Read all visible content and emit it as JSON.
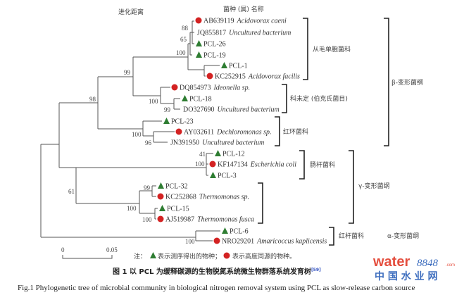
{
  "header": {
    "distance_label": "进化距离",
    "name_label": "菌种 (属) 名称"
  },
  "leaves": [
    {
      "id": "AB639119",
      "species": "Acidovorax caeni",
      "marker": "circle"
    },
    {
      "id": "JQ855817",
      "species": "Uncultured bacterium",
      "marker": "none"
    },
    {
      "id": "PCL-26",
      "species": "",
      "marker": "triangle"
    },
    {
      "id": "PCL-19",
      "species": "",
      "marker": "triangle"
    },
    {
      "id": "PCL-1",
      "species": "",
      "marker": "triangle"
    },
    {
      "id": "KC252915",
      "species": "Acidovorax facilis",
      "marker": "circle"
    },
    {
      "id": "DQ854973",
      "species": "Ideonella sp.",
      "marker": "circle"
    },
    {
      "id": "PCL-18",
      "species": "",
      "marker": "triangle"
    },
    {
      "id": "DO327690",
      "species": "Uncultured bacterium",
      "marker": "none"
    },
    {
      "id": "PCL-23",
      "species": "",
      "marker": "triangle"
    },
    {
      "id": "AY032611",
      "species": "Dechloromonas sp.",
      "marker": "circle"
    },
    {
      "id": "JN391950",
      "species": "Uncultured bacterium",
      "marker": "none"
    },
    {
      "id": "PCL-12",
      "species": "",
      "marker": "triangle"
    },
    {
      "id": "KF147134",
      "species": "Escherichia coli",
      "marker": "circle"
    },
    {
      "id": "PCL-3",
      "species": "",
      "marker": "triangle"
    },
    {
      "id": "PCL-32",
      "species": "",
      "marker": "triangle"
    },
    {
      "id": "KC252868",
      "species": "Thermomonas sp.",
      "marker": "circle"
    },
    {
      "id": "PCL-15",
      "species": "",
      "marker": "triangle"
    },
    {
      "id": "AJ519987",
      "species": "Thermomonas fusca",
      "marker": "circle"
    },
    {
      "id": "PCL-6",
      "species": "",
      "marker": "triangle"
    },
    {
      "id": "NRO29201",
      "species": "Amaricoccus kaplicensis",
      "marker": "circle"
    }
  ],
  "bootstrap": [
    "88",
    "65",
    "100",
    "99",
    "98",
    "100",
    "99",
    "100",
    "96",
    "41",
    "100",
    "61",
    "99",
    "100",
    "100",
    "100"
  ],
  "families": [
    "从毛单胞菌科",
    "科未定 (伯克氏菌目)",
    "红环菌科",
    "肠杆菌科",
    "红杆菌科"
  ],
  "classes": [
    "β-变形菌纲",
    "γ-变形菌纲",
    "α-变形菌纲"
  ],
  "scale": {
    "min": "0",
    "max": "0.05"
  },
  "note": {
    "prefix": "注：",
    "triangle_text": "表示测序得出的物种；",
    "circle_text": "表示高度同源的物种。"
  },
  "caption": {
    "cn": "图 1   以 PCL 为缓释碳源的生物脱氮系统微生物群落系统发育树",
    "ref": "[59]",
    "en": "Fig.1    Phylogenetic tree of microbial community in biological nitrogen removal system using PCL as slow-release carbon source"
  },
  "watermark": {
    "brand": "water",
    "number": "8848",
    "suffix": ".com",
    "cn": "中 国 水 业 网"
  },
  "colors": {
    "triangle": "#2e7d32",
    "circle": "#d32222"
  }
}
